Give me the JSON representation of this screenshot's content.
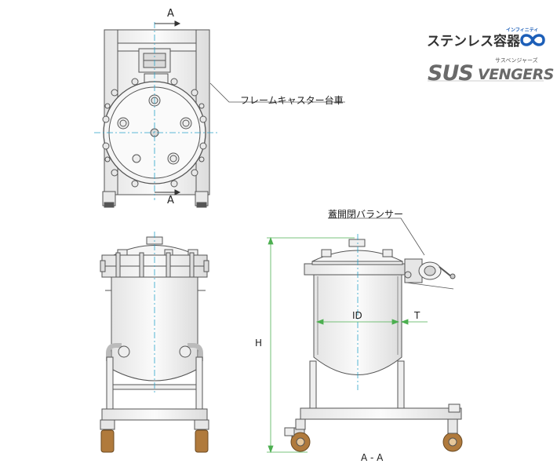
{
  "brand": {
    "name_ja": "ステンレス容器",
    "infinity_kana": "インフィニティ",
    "cross": "×",
    "logo_en_1": "SUS",
    "logo_en_2": "VENGERS",
    "logo_kana": "サスベンジャーズ",
    "accent_color": "#1d5fb8",
    "logo_color": "#6a6a6a"
  },
  "labels": {
    "section_top": "A",
    "section_bottom": "A",
    "frame_caster": "フレームキャスター台車",
    "lid_balancer": "蓋開閉バランサー",
    "dim_h": "H",
    "dim_id": "ID",
    "dim_t": "T",
    "section_view": "A - A"
  },
  "colors": {
    "line": "#555555",
    "centerline": "#2aa3c9",
    "dimension": "#4caf50",
    "caster_wheel": "#b07a3c"
  }
}
